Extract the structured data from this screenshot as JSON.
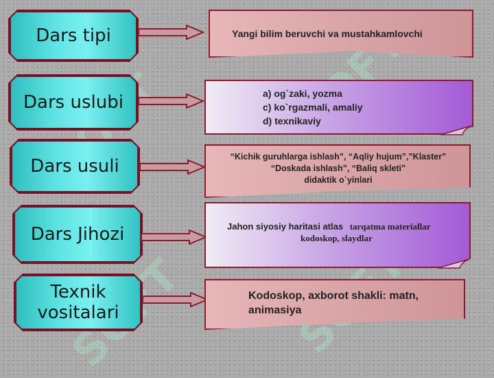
{
  "rows": [
    {
      "label": "Dars tipi",
      "content_lines": [
        "Yangi bilim beruvchi va mustahkamlovchi"
      ]
    },
    {
      "label": "Dars uslubi",
      "content_lines": [
        "a) og`zaki, yozma",
        "c) ko`rgazmali, amaliy",
        "d) texnikaviy"
      ]
    },
    {
      "label": "Dars usuli",
      "content_lines": [
        "“Kichik guruhlarga ishlash”, “Aqliy hujum”,”Klaster”",
        "“Doskada ishlash”, “Baliq skleti”",
        "didaktik o`yinlari"
      ]
    },
    {
      "label": "Dars Jihozi",
      "content_sans": "Jahon siyosiy haritasi atlas",
      "content_serif": "tarqatma materiallar",
      "content_serif_line2": "kodoskop, slaydlar"
    },
    {
      "label_lines": [
        "Texnik",
        "vositalari"
      ],
      "content_lines": [
        "Kodoskop, axborot shakli: matn,",
        "animasiya"
      ]
    }
  ],
  "colors": {
    "label_fill": "#5fe3e3",
    "label_border": "#7a1026",
    "arrow": "#8b1a2e",
    "box_pink": "#d7a2a6",
    "box_purple": "#b57de0"
  },
  "watermark": "SOFT"
}
